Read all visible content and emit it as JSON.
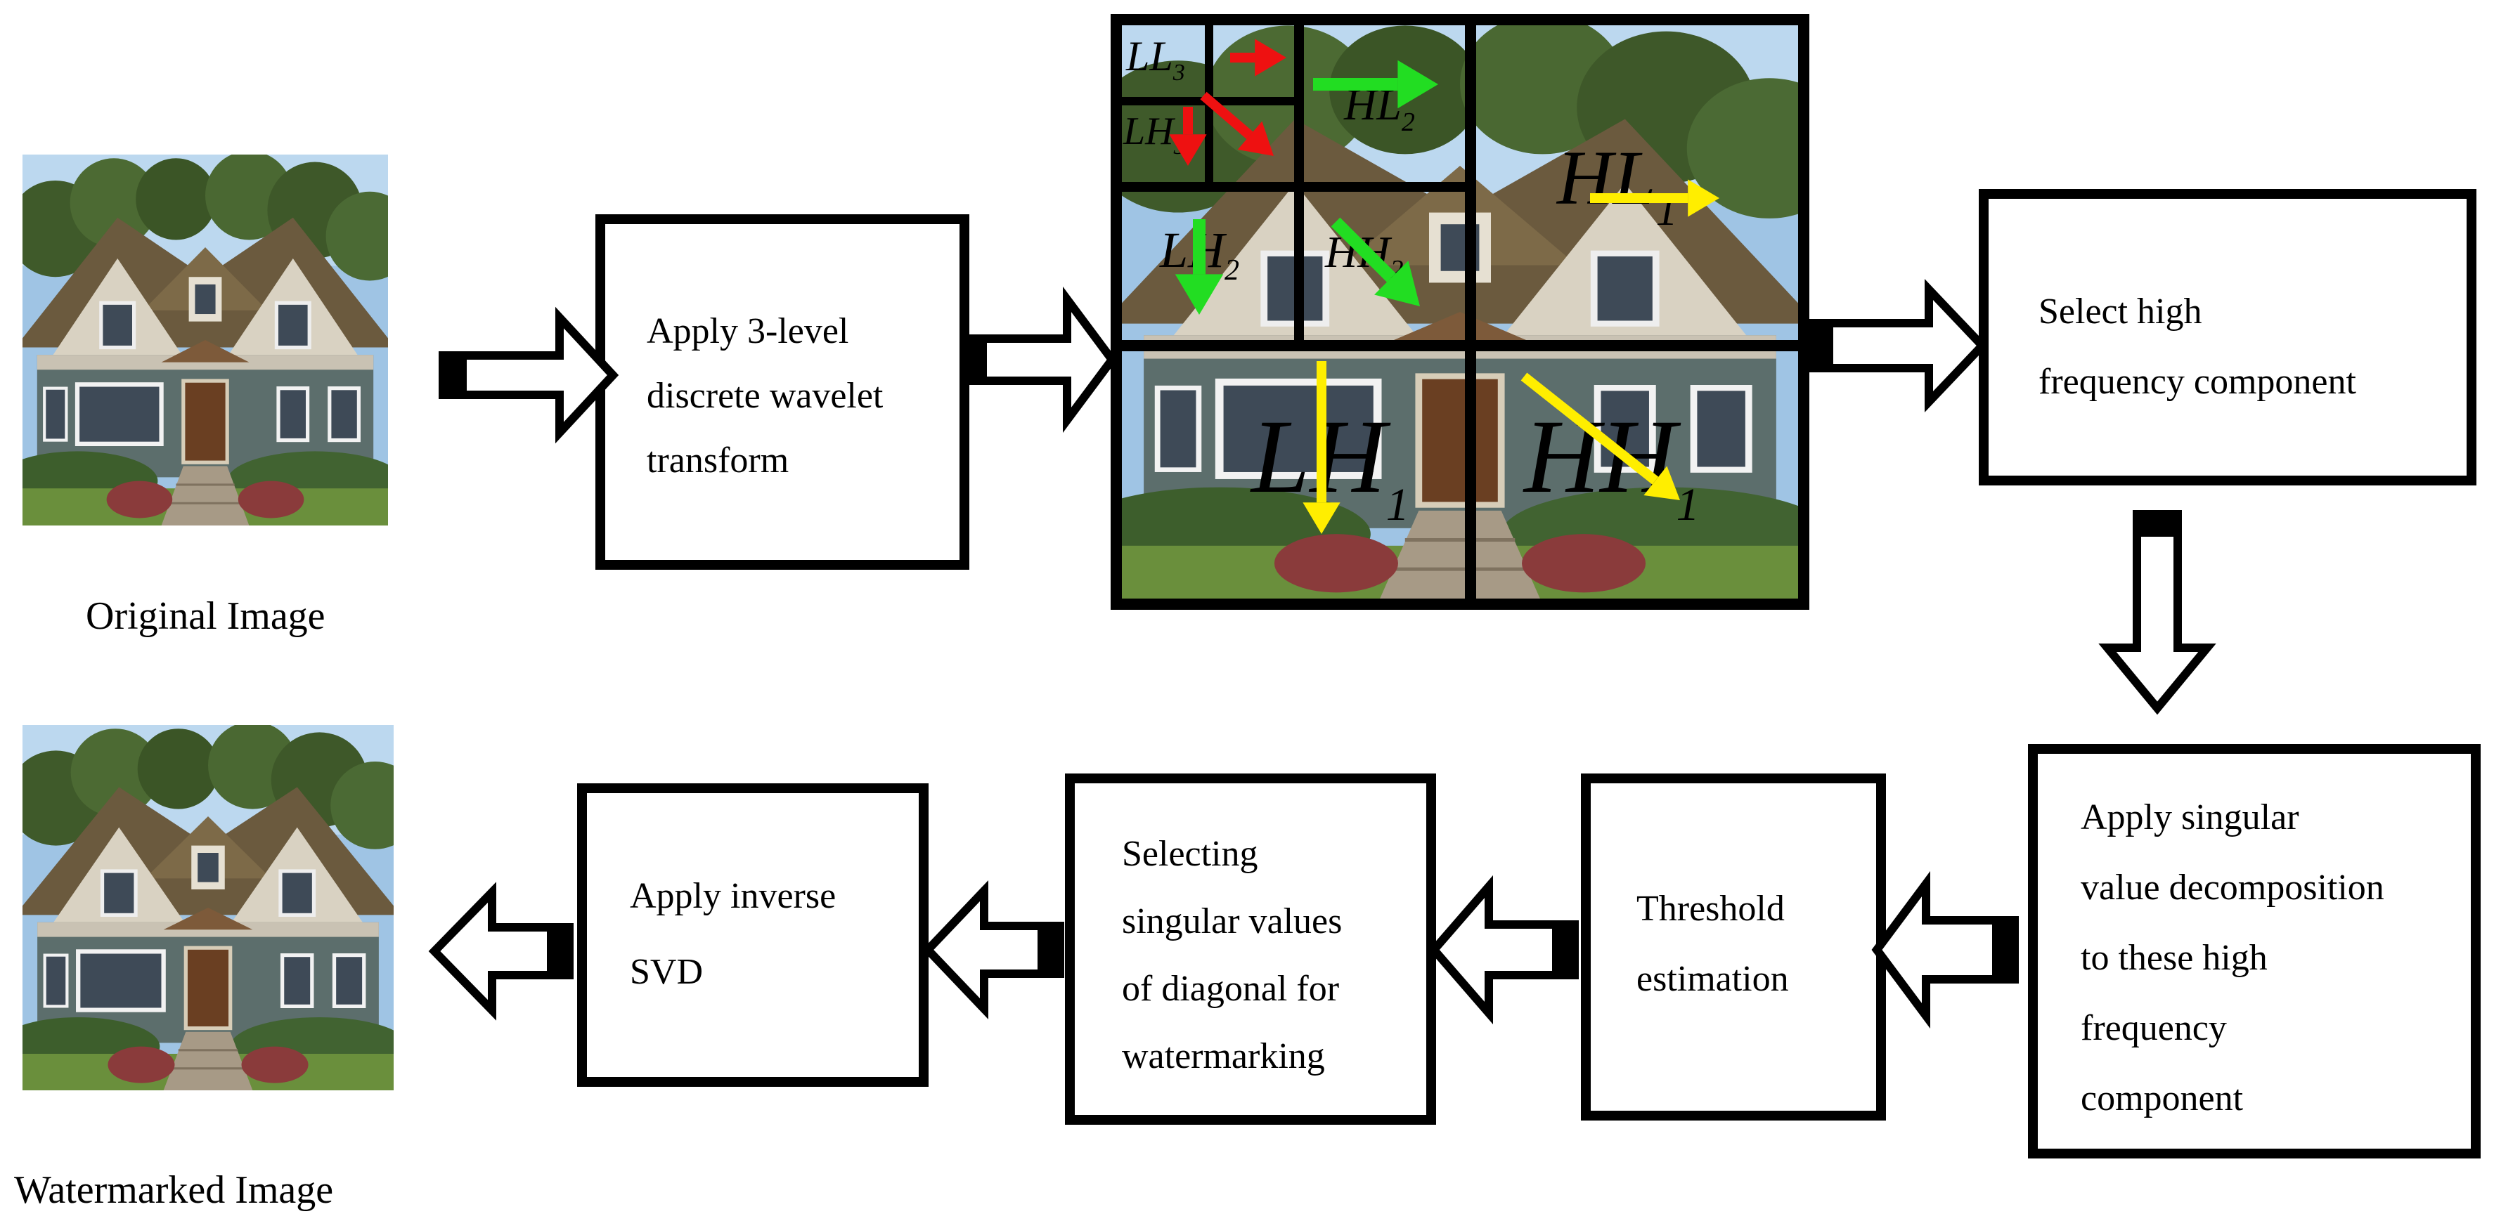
{
  "captions": {
    "original": "Original Image",
    "watermarked": "Watermarked Image"
  },
  "steps": [
    {
      "id": "dwt",
      "lines": [
        "Apply 3-level",
        "discrete wavelet",
        "transform"
      ]
    },
    {
      "id": "select_hf",
      "lines": [
        "Select high",
        "frequency component"
      ]
    },
    {
      "id": "svd",
      "lines": [
        "Apply singular",
        "value decomposition",
        "to these high",
        "frequency",
        "component"
      ]
    },
    {
      "id": "threshold",
      "lines": [
        "Threshold",
        "estimation"
      ]
    },
    {
      "id": "select_sv",
      "lines": [
        "Selecting",
        "singular values",
        "of diagonal for",
        "watermarking"
      ]
    },
    {
      "id": "inverse_svd",
      "lines": [
        "Apply inverse",
        "SVD"
      ]
    }
  ],
  "subbands": {
    "level1": [
      {
        "base": "HL",
        "sub": "1"
      },
      {
        "base": "LH",
        "sub": "1"
      },
      {
        "base": "HH",
        "sub": "1"
      }
    ],
    "level2": [
      {
        "base": "HL",
        "sub": "2"
      },
      {
        "base": "LH",
        "sub": "2"
      },
      {
        "base": "HH",
        "sub": "2"
      }
    ],
    "level3": [
      {
        "base": "LL",
        "sub": "3"
      },
      {
        "base": "LH",
        "sub": "3"
      }
    ]
  },
  "icons": {
    "house_photo": "house-thumbnail-icon",
    "flow_arrow": "hollow-block-arrow-icon"
  },
  "colors": {
    "level1_arrow": "#ffee00",
    "level2_arrow": "#22dd22",
    "level3_arrow": "#ee1111",
    "grid": "#000000"
  }
}
